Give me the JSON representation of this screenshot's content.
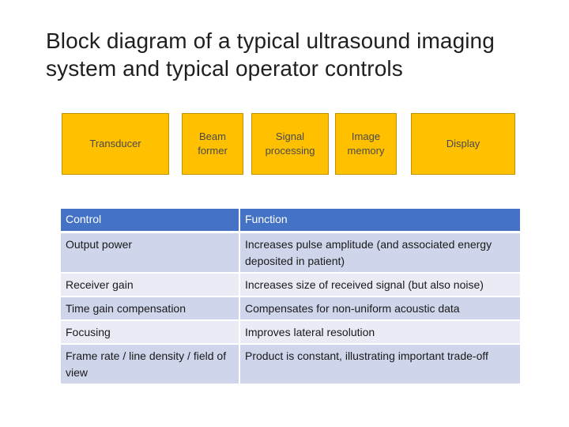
{
  "title": "Block diagram of a typical ultrasound imaging system and typical operator controls",
  "diagram": {
    "blocks": [
      {
        "lines": [
          "Transducer"
        ]
      },
      {
        "lines": [
          "Beam",
          "former"
        ]
      },
      {
        "lines": [
          "Signal",
          "processing"
        ]
      },
      {
        "lines": [
          "Image",
          "memory"
        ]
      },
      {
        "lines": [
          "Display"
        ]
      }
    ],
    "colors": {
      "block_fill": "#ffc000",
      "block_border": "#bf9000"
    }
  },
  "table": {
    "headers": [
      "Control",
      "Function"
    ],
    "rows": [
      {
        "control": "Output power",
        "function": "Increases pulse amplitude (and associated energy deposited in patient)"
      },
      {
        "control": "Receiver gain",
        "function": "Increases size of received signal (but also noise)"
      },
      {
        "control": "Time gain compensation",
        "function": "Compensates for non-uniform acoustic data"
      },
      {
        "control": "Focusing",
        "function": "Improves lateral resolution"
      },
      {
        "control": "Frame rate / line density / field of view",
        "function": "Product is constant, illustrating important trade-off"
      }
    ],
    "colors": {
      "header": "#4472c4",
      "row_odd": "#cfd5ea",
      "row_even": "#e9ebf5"
    }
  }
}
